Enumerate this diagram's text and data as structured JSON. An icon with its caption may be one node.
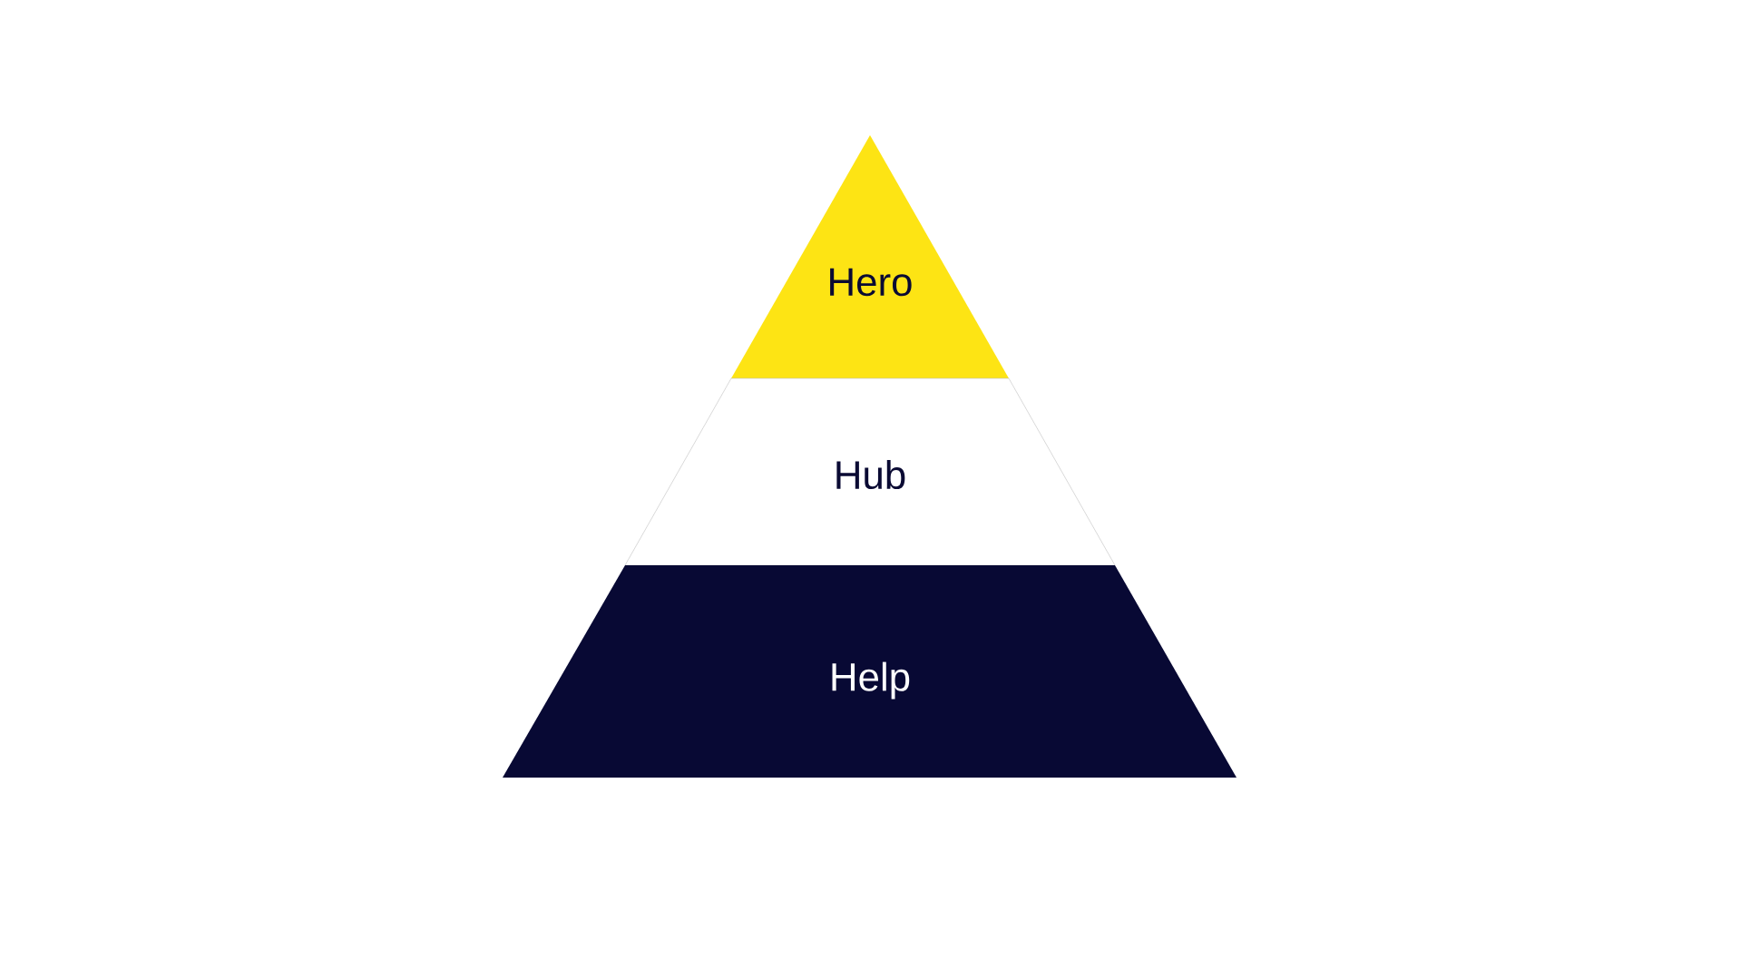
{
  "diagram": {
    "nodes": [
      {
        "text": [
          "Hero"
        ]
      },
      {
        "text": [
          "Hub"
        ]
      },
      {
        "text": [
          "Help"
        ]
      }
    ]
  }
}
